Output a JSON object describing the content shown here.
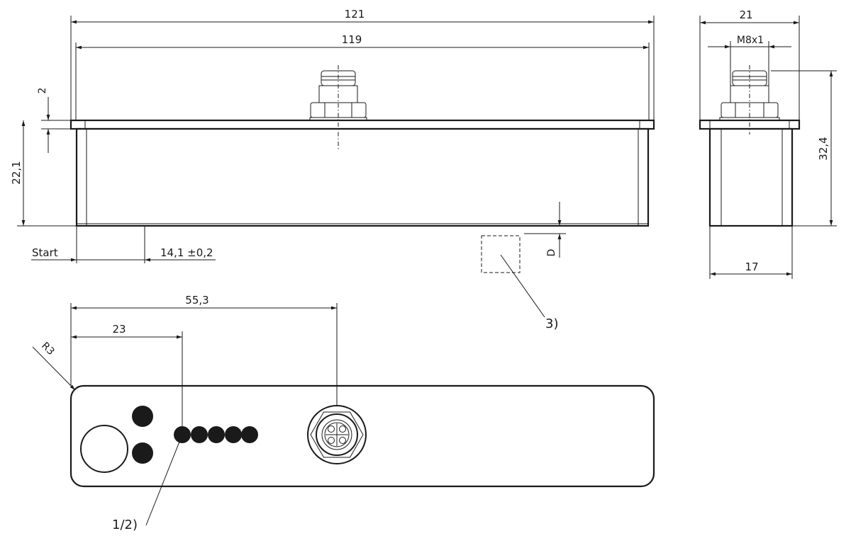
{
  "dimensions": {
    "overall_length": "121",
    "inner_length": "119",
    "plate_thickness": "2",
    "body_height": "22,1",
    "start_label": "Start",
    "start_offset": "14,1 ±0,2",
    "distance_d": "D",
    "overall_width": "21",
    "thread": "M8x1",
    "total_height": "32,4",
    "body_width": "17",
    "connector_position": "55,3",
    "led_position": "23",
    "corner_radius": "R3"
  },
  "callouts": {
    "target_zone": "3)",
    "indicators": "1/2)"
  }
}
